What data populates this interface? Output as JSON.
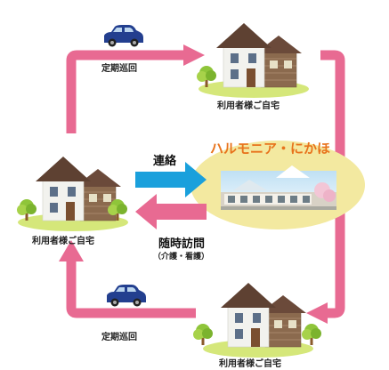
{
  "diagram": {
    "homes": {
      "top": "利用者様ご自宅",
      "left": "利用者様ご自宅",
      "bottom": "利用者様ご自宅"
    },
    "patrol_top": "定期巡回",
    "patrol_bottom": "定期巡回",
    "contact": "連絡",
    "visit": "随時訪問",
    "visit_note": "（介護・看護）",
    "facility_name": "ハルモニア・にかほ"
  },
  "colors": {
    "cycle_arrow": "#e86a92",
    "contact_arrow": "#1aa0dc",
    "visit_arrow": "#e86a92",
    "facility_name": "#e8731c",
    "facility_bg": "#f3e9a0",
    "car": "#233f8f"
  },
  "icons": [
    "car-icon",
    "house-icon",
    "tree-icon",
    "facility-building-icon"
  ]
}
